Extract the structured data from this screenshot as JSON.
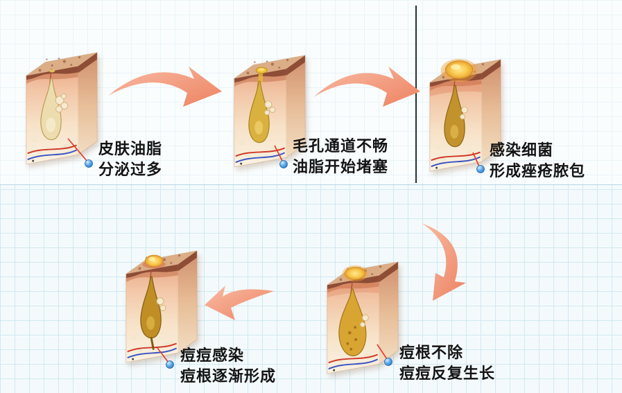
{
  "stages": [
    {
      "line1": "皮肤油脂",
      "line2": "分泌过多"
    },
    {
      "line1": "毛孔通道不畅",
      "line2": "油脂开始堵塞"
    },
    {
      "line1": "感染细菌",
      "line2": "形成痤疮脓包"
    },
    {
      "line1": "痘根不除",
      "line2": "痘痘反复生长"
    },
    {
      "line1": "痘痘感染",
      "line2": "痘根逐渐形成"
    }
  ],
  "colors": {
    "arrow": "#f09070",
    "grid_line": "#d0e8f0",
    "pointer_line": "#e0382a",
    "pointer_dot": "#2f86d4",
    "skin_front": "#f2c6a6",
    "pus": "#f8c84e",
    "text": "#141414"
  }
}
